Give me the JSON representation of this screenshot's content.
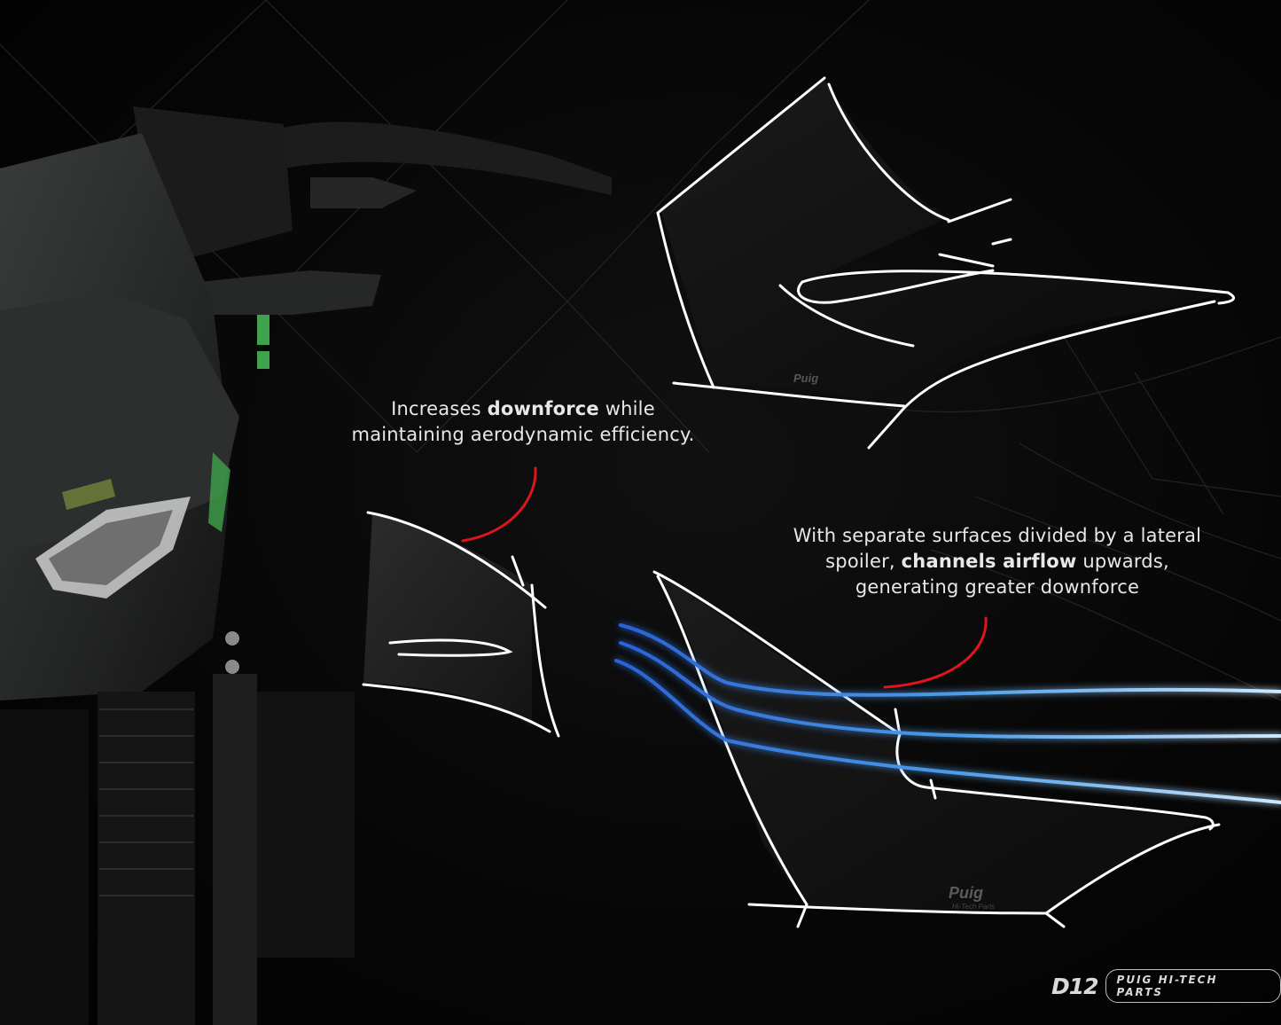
{
  "captions": {
    "downforce": {
      "line1_before": "Increases ",
      "line1_bold": "downforce",
      "line1_after": " while",
      "line2": "maintaining aerodynamic efficiency."
    },
    "airflow": {
      "line1": "With separate surfaces divided by a lateral",
      "line2_before": "spoiler, ",
      "line2_bold": "channels airflow",
      "line2_after": " upwards,",
      "line3": "generating greater downforce"
    }
  },
  "brand": {
    "code": "D12",
    "name": "PUIG HI-TECH PARTS",
    "wing_logo": "Puig",
    "wing_logo_sub": "Hi-Tech Parts"
  },
  "colors": {
    "background": "#050505",
    "outline": "#ffffff",
    "pointer": "#e0151b",
    "airflow": "#6fc3ff",
    "accent_green": "#3fa34d"
  },
  "icons": [
    "motorcycle-front-image",
    "wing-top-view",
    "wing-side-view",
    "airflow-lines",
    "brand-logo"
  ]
}
